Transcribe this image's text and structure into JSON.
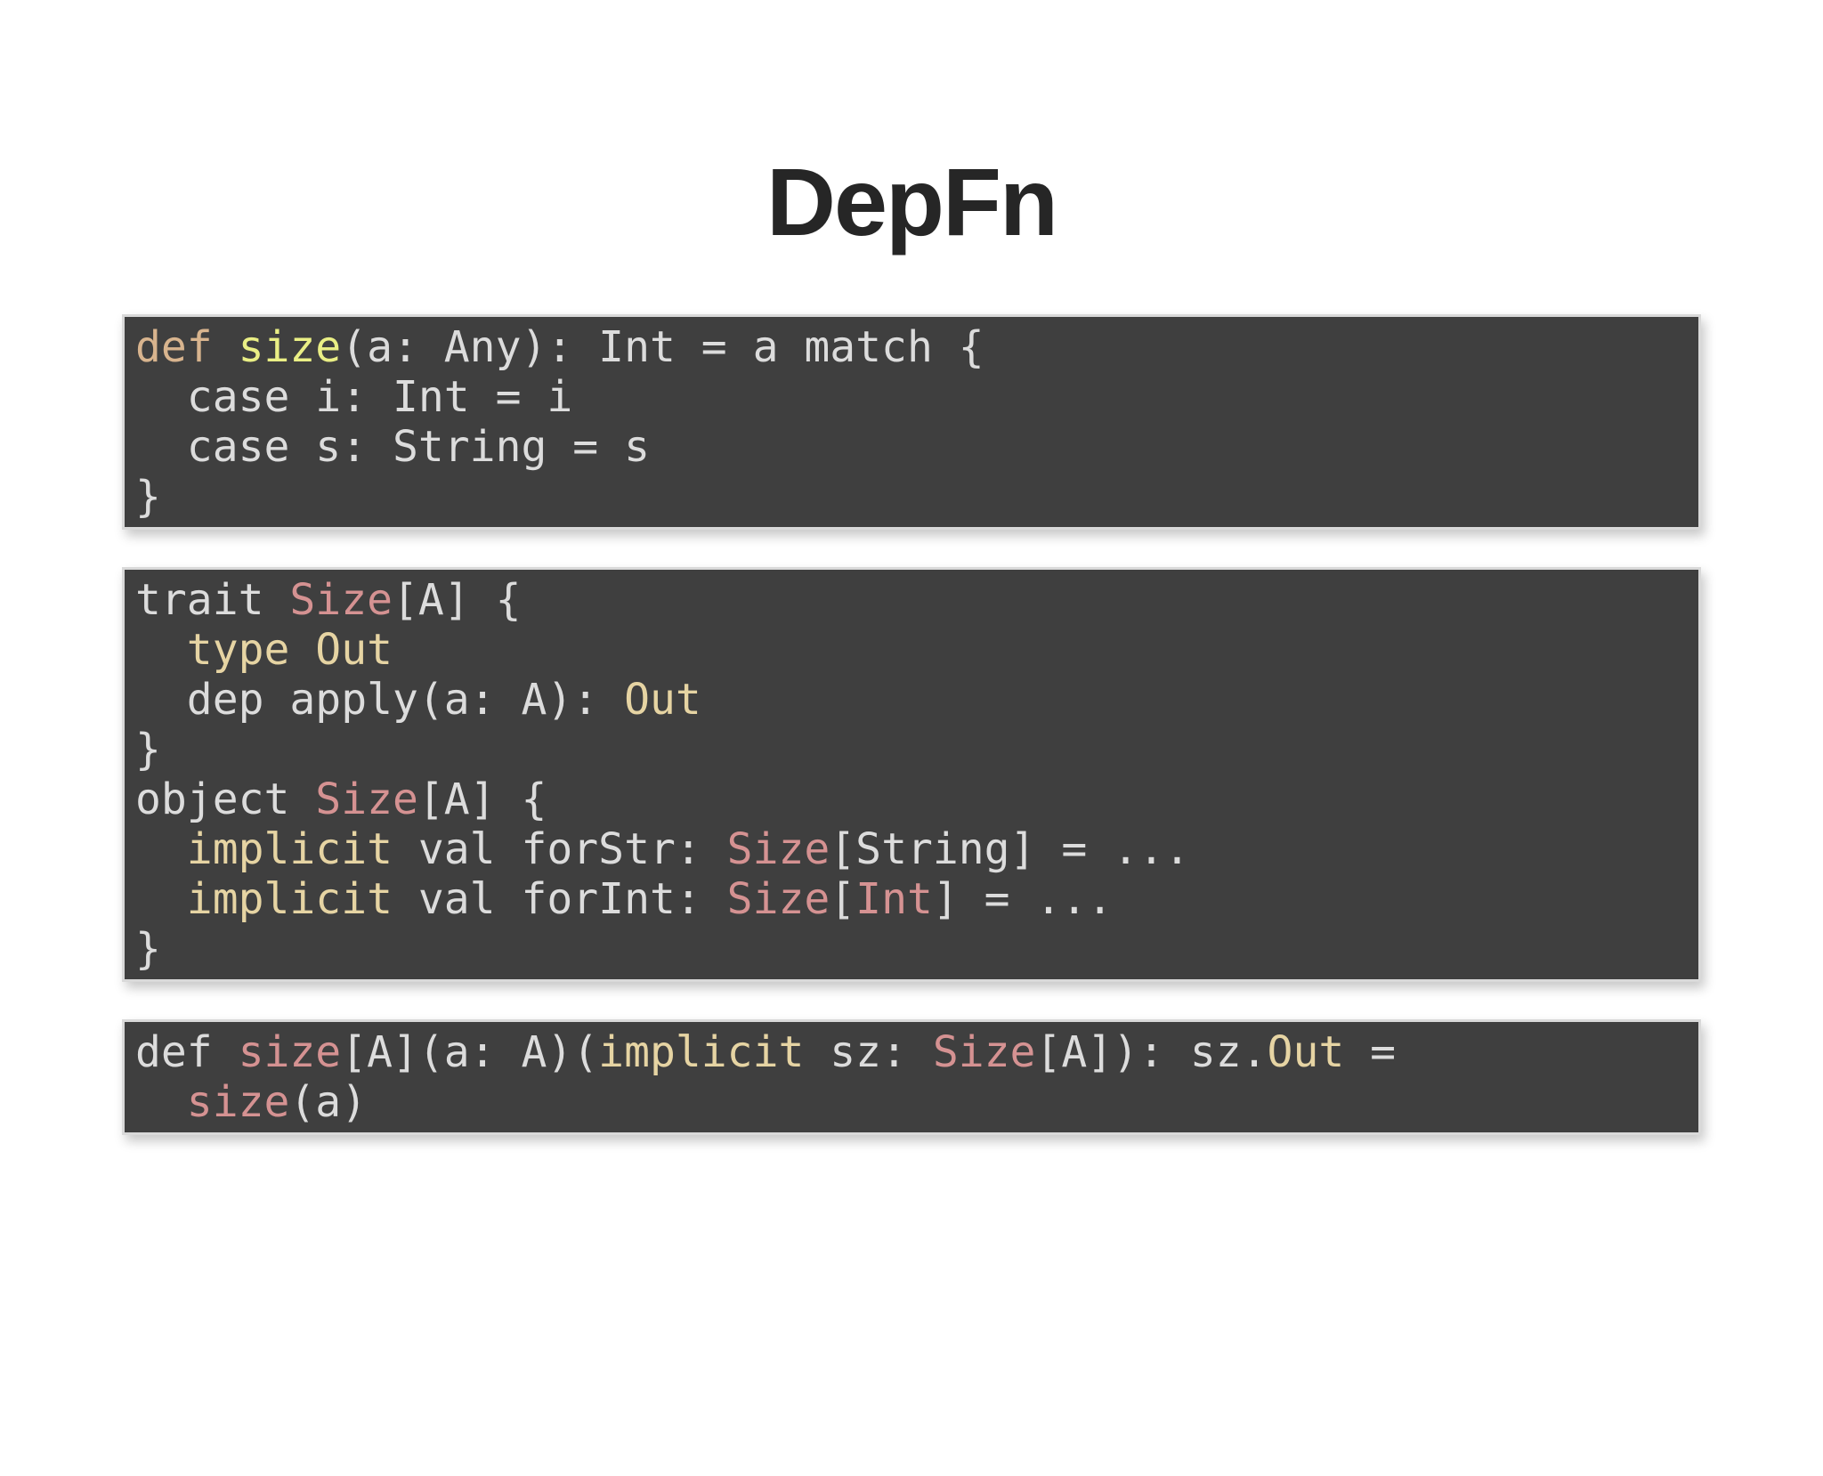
{
  "slide": {
    "title": "DepFn",
    "palette": {
      "page_background": "#ffffff",
      "title_color": "#262626",
      "code_background": "#3f3f3f",
      "code_border": "#d9d9d9",
      "plain": "#dcdcdc",
      "tan": "#d8b48e",
      "cream": "#e6d4a3",
      "yellow": "#eaef85",
      "pink": "#d59292"
    },
    "code_blocks": [
      {
        "name": "def-size-any-match",
        "lines": [
          [
            {
              "t": "def ",
              "c": "tan"
            },
            {
              "t": "size",
              "c": "yellow"
            },
            {
              "t": "(a: Any): Int = a match {",
              "c": "plain"
            }
          ],
          [
            {
              "t": "  case i: Int = i",
              "c": "plain"
            }
          ],
          [
            {
              "t": "  case s: String = s",
              "c": "plain"
            }
          ],
          [
            {
              "t": "}",
              "c": "plain"
            }
          ]
        ]
      },
      {
        "name": "trait-size-object-size",
        "lines": [
          [
            {
              "t": "trait ",
              "c": "plain"
            },
            {
              "t": "Size",
              "c": "pink"
            },
            {
              "t": "[A] {",
              "c": "plain"
            }
          ],
          [
            {
              "t": "  ",
              "c": "plain"
            },
            {
              "t": "type Out",
              "c": "cream"
            }
          ],
          [
            {
              "t": "  dep apply(a: A): ",
              "c": "plain"
            },
            {
              "t": "Out",
              "c": "cream"
            }
          ],
          [
            {
              "t": "}",
              "c": "plain"
            }
          ],
          [
            {
              "t": "object ",
              "c": "plain"
            },
            {
              "t": "Size",
              "c": "pink"
            },
            {
              "t": "[A] {",
              "c": "plain"
            }
          ],
          [
            {
              "t": "  ",
              "c": "plain"
            },
            {
              "t": "implicit",
              "c": "cream"
            },
            {
              "t": " val forStr: ",
              "c": "plain"
            },
            {
              "t": "Size",
              "c": "pink"
            },
            {
              "t": "[String] = ...",
              "c": "plain"
            }
          ],
          [
            {
              "t": "  ",
              "c": "plain"
            },
            {
              "t": "implicit",
              "c": "cream"
            },
            {
              "t": " val forInt: ",
              "c": "plain"
            },
            {
              "t": "Size",
              "c": "pink"
            },
            {
              "t": "[",
              "c": "plain"
            },
            {
              "t": "Int",
              "c": "pink"
            },
            {
              "t": "] = ...",
              "c": "plain"
            }
          ],
          [
            {
              "t": "}",
              "c": "plain"
            }
          ]
        ]
      },
      {
        "name": "def-size-implicit-sz",
        "lines": [
          [
            {
              "t": "def ",
              "c": "plain"
            },
            {
              "t": "size",
              "c": "pink"
            },
            {
              "t": "[A](a: A)(",
              "c": "plain"
            },
            {
              "t": "implicit",
              "c": "cream"
            },
            {
              "t": " sz: ",
              "c": "plain"
            },
            {
              "t": "Size",
              "c": "pink"
            },
            {
              "t": "[A]): sz.",
              "c": "plain"
            },
            {
              "t": "Out",
              "c": "cream"
            },
            {
              "t": " =",
              "c": "plain"
            }
          ],
          [
            {
              "t": "  ",
              "c": "plain"
            },
            {
              "t": "size",
              "c": "pink"
            },
            {
              "t": "(a)",
              "c": "plain"
            }
          ]
        ]
      }
    ]
  }
}
